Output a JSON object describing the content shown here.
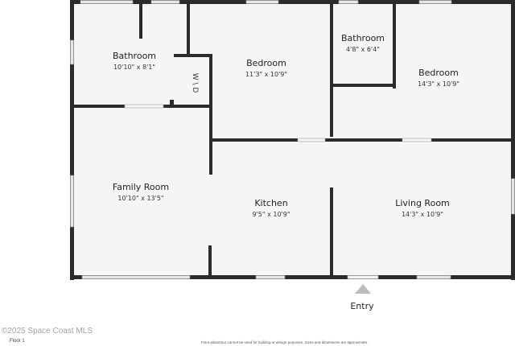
{
  "rooms": {
    "bathroom_left": {
      "name": "Bathroom",
      "dims": "10'10\" x 8'1\""
    },
    "bedroom_center": {
      "name": "Bedroom",
      "dims": "11'3\" x 10'9\""
    },
    "bathroom_small": {
      "name": "Bathroom",
      "dims": "4'8\" x 6'4\""
    },
    "bedroom_right": {
      "name": "Bedroom",
      "dims": "14'3\" x 10'9\""
    },
    "family_room": {
      "name": "Family Room",
      "dims": "10'10\" x 13'5\""
    },
    "kitchen": {
      "name": "Kitchen",
      "dims": "9'5\" x 10'9\""
    },
    "living_room": {
      "name": "Living Room",
      "dims": "14'3\" x 10'9\""
    }
  },
  "laundry_label": "W \\ D",
  "entry_label": "Entry",
  "floor_label": "Floor 1",
  "watermark": "©2025 Space Coast MLS",
  "disclaimer": "Floor plans/tour cannot be used for building or design purposes. Sizes and dimensions are approximate.",
  "colors": {
    "wall": "#2b2b2b",
    "floor": "#f5f5f5",
    "window": "#e6e6e6",
    "entry_arrow": "#bdbdbd"
  }
}
